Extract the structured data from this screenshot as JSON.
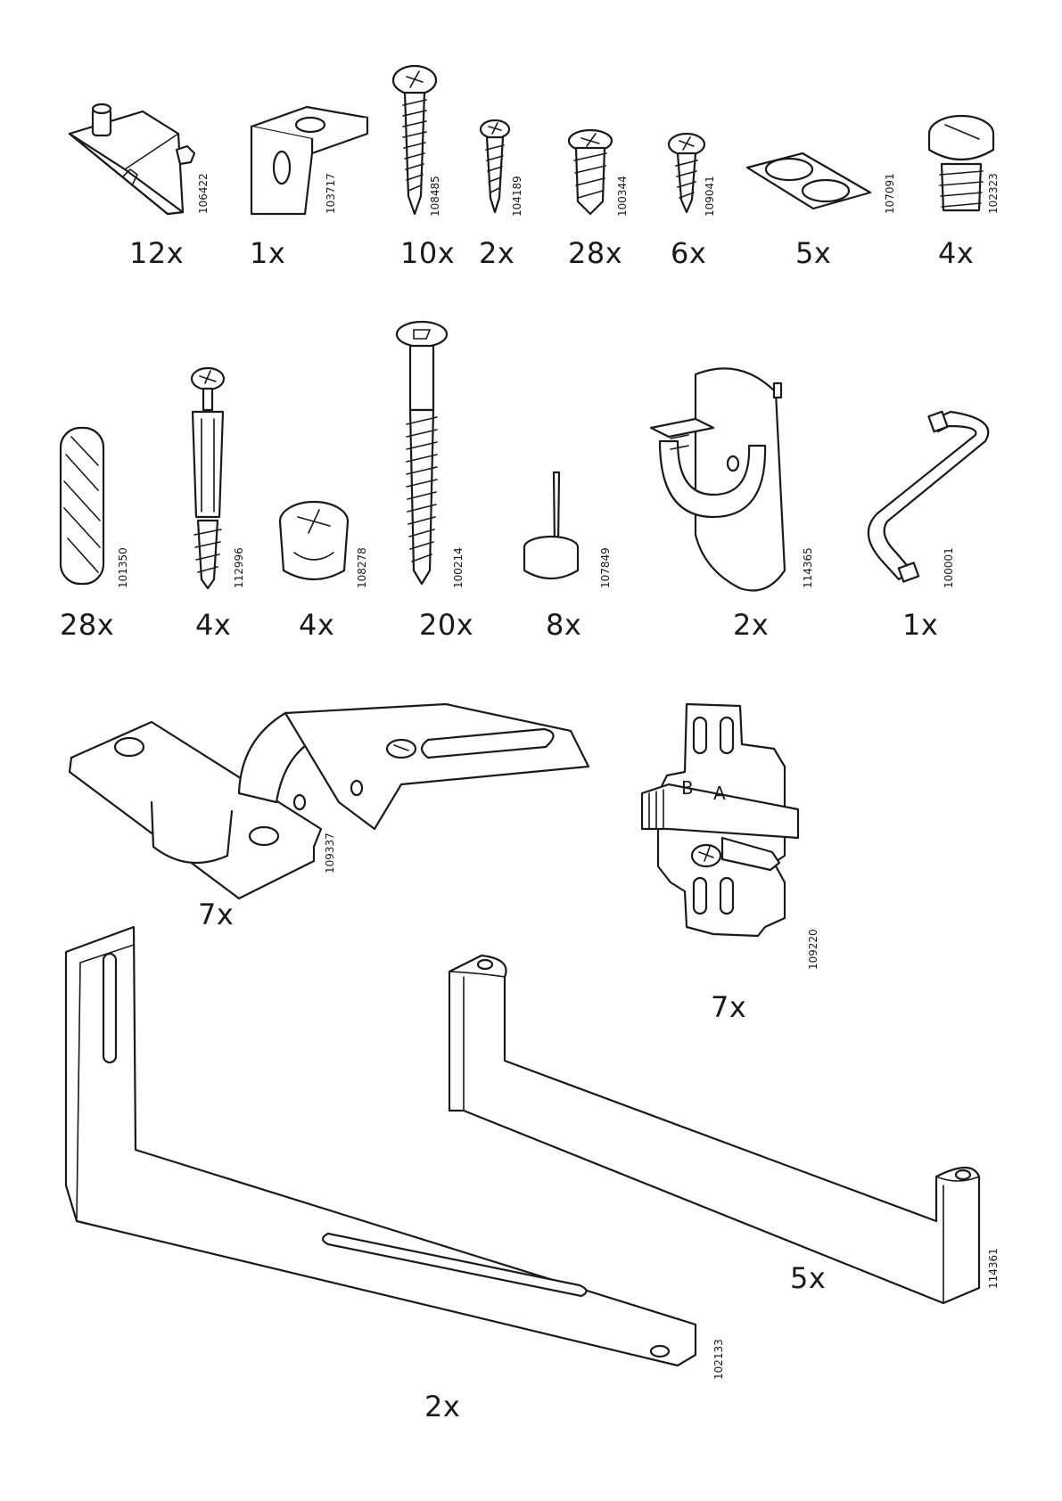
{
  "parts": [
    {
      "id": "shelf-support",
      "qty": "12x",
      "part_no": "106422"
    },
    {
      "id": "corner-bracket",
      "qty": "1x",
      "part_no": "103717"
    },
    {
      "id": "long-wood-screw",
      "qty": "10x",
      "part_no": "108485"
    },
    {
      "id": "flat-screw",
      "qty": "2x",
      "part_no": "104189"
    },
    {
      "id": "short-screw",
      "qty": "28x",
      "part_no": "100344"
    },
    {
      "id": "small-screw",
      "qty": "6x",
      "part_no": "109041"
    },
    {
      "id": "adhesive-pads",
      "qty": "5x",
      "part_no": "107091"
    },
    {
      "id": "slot-screw",
      "qty": "4x",
      "part_no": "102323"
    },
    {
      "id": "wooden-dowel",
      "qty": "28x",
      "part_no": "101350"
    },
    {
      "id": "cam-bolt",
      "qty": "4x",
      "part_no": "112996"
    },
    {
      "id": "cam-lock",
      "qty": "4x",
      "part_no": "108278"
    },
    {
      "id": "hex-bolt",
      "qty": "20x",
      "part_no": "100214"
    },
    {
      "id": "nail-glide",
      "qty": "8x",
      "part_no": "107849"
    },
    {
      "id": "rail-holder",
      "qty": "2x",
      "part_no": "114365"
    },
    {
      "id": "allen-key",
      "qty": "1x",
      "part_no": "100001"
    },
    {
      "id": "hinge",
      "qty": "7x",
      "part_no": "109337"
    },
    {
      "id": "mounting-plate",
      "qty": "7x",
      "part_no": "109220"
    },
    {
      "id": "wall-bracket",
      "qty": "2x",
      "part_no": "102133"
    },
    {
      "id": "rail-bar",
      "qty": "5x",
      "part_no": "114361"
    }
  ],
  "plate_labels": {
    "b": "B",
    "a": "A"
  }
}
